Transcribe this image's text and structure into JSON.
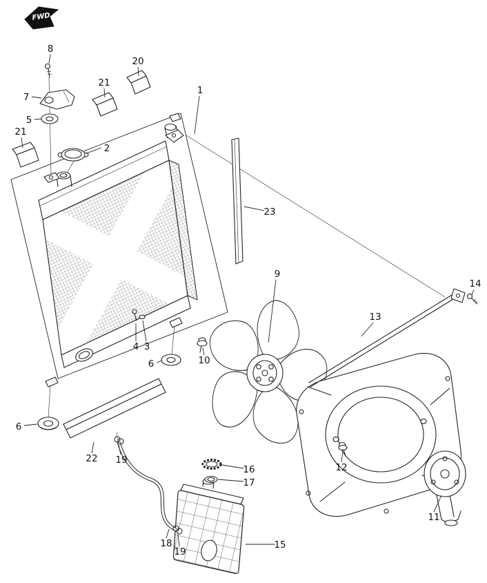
{
  "diagram": {
    "fwd_marker": "FWD",
    "colors": {
      "line": "#1a1a1a",
      "background": "#ffffff"
    },
    "callouts": [
      {
        "ref": "8"
      },
      {
        "ref": "7"
      },
      {
        "ref": "5"
      },
      {
        "ref": "21"
      },
      {
        "ref": "21"
      },
      {
        "ref": "20"
      },
      {
        "ref": "2"
      },
      {
        "ref": "1"
      },
      {
        "ref": "23"
      },
      {
        "ref": "9"
      },
      {
        "ref": "10"
      },
      {
        "ref": "13"
      },
      {
        "ref": "14"
      },
      {
        "ref": "4"
      },
      {
        "ref": "3"
      },
      {
        "ref": "6"
      },
      {
        "ref": "6"
      },
      {
        "ref": "22"
      },
      {
        "ref": "19"
      },
      {
        "ref": "16"
      },
      {
        "ref": "17"
      },
      {
        "ref": "15"
      },
      {
        "ref": "18"
      },
      {
        "ref": "19"
      },
      {
        "ref": "12"
      },
      {
        "ref": "11"
      }
    ]
  }
}
